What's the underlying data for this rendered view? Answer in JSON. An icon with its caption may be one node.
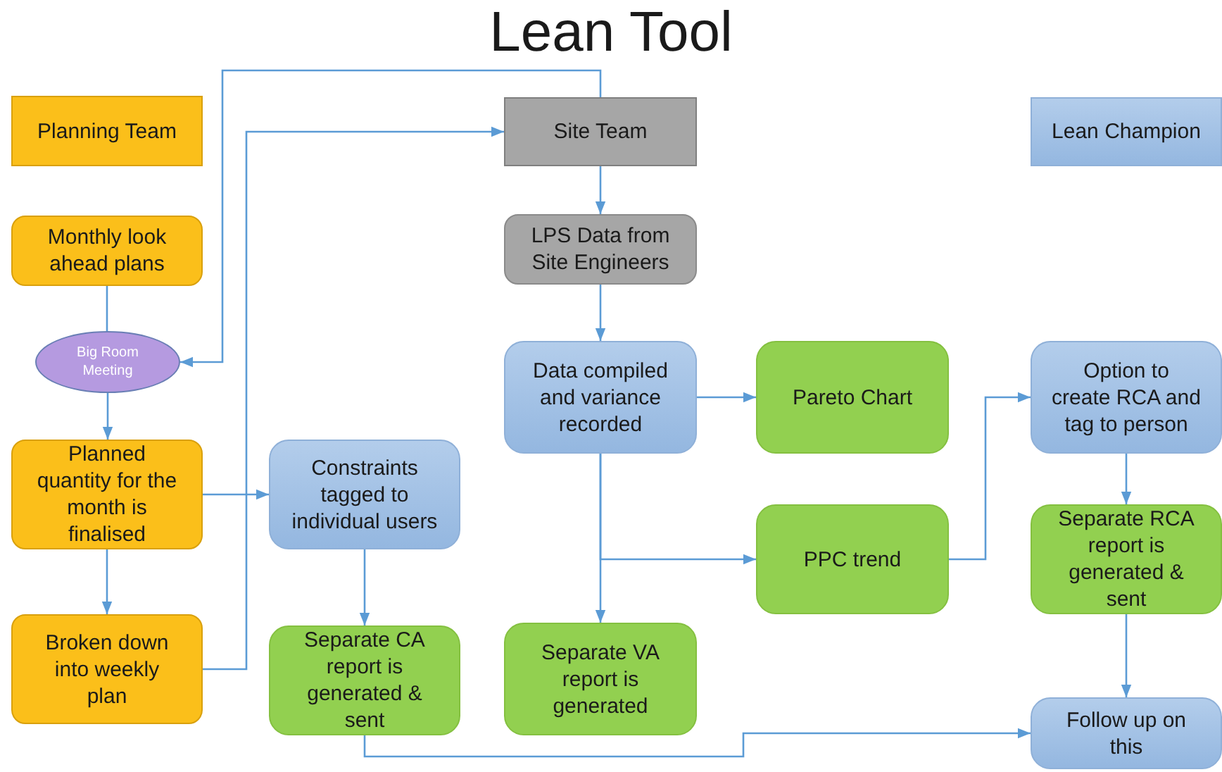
{
  "diagram": {
    "title": "Lean Tool",
    "nodes": [
      {
        "text": [
          "Planning Team"
        ]
      },
      {
        "text": [
          "Site Team"
        ]
      },
      {
        "text": [
          "Lean Champion"
        ]
      },
      {
        "text": [
          "Monthly look ahead plans"
        ]
      },
      {
        "text": [
          "Big Room Meeting"
        ]
      },
      {
        "text": [
          "LPS Data from Site Engineers"
        ]
      },
      {
        "text": [
          "Data compiled and variance recorded"
        ]
      },
      {
        "text": [
          "Pareto Chart"
        ]
      },
      {
        "text": [
          "Option to create RCA and tag to person"
        ]
      },
      {
        "text": [
          "Planned quantity for the month is finalised"
        ]
      },
      {
        "text": [
          "Constraints tagged to individual users"
        ]
      },
      {
        "text": [
          "PPC trend"
        ]
      },
      {
        "text": [
          "Separate RCA report is generated & sent"
        ]
      },
      {
        "text": [
          "Broken down into weekly plan"
        ]
      },
      {
        "text": [
          "Separate CA report is generated & sent"
        ]
      },
      {
        "text": [
          "Separate VA report is generated"
        ]
      },
      {
        "text": [
          "Follow up on this"
        ]
      }
    ],
    "edges": [
      {
        "from": 1,
        "to": 4,
        "arrow": "to"
      },
      {
        "from": 3,
        "to": 4,
        "arrow": "none"
      },
      {
        "from": 4,
        "to": 9,
        "arrow": "to"
      },
      {
        "from": 9,
        "to": 13,
        "arrow": "to"
      },
      {
        "from": 13,
        "to": 1,
        "arrow": "to"
      },
      {
        "from": 9,
        "to": 10,
        "arrow": "to"
      },
      {
        "from": 10,
        "to": 14,
        "arrow": "to"
      },
      {
        "from": 14,
        "to": 16,
        "arrow": "to"
      },
      {
        "from": 1,
        "to": 5,
        "arrow": "to"
      },
      {
        "from": 5,
        "to": 6,
        "arrow": "to"
      },
      {
        "from": 6,
        "to": 7,
        "arrow": "to"
      },
      {
        "from": 6,
        "to": 15,
        "arrow": "to"
      },
      {
        "from": 6,
        "to": 11,
        "arrow": "to"
      },
      {
        "from": 11,
        "to": 8,
        "arrow": "to"
      },
      {
        "from": 8,
        "to": 12,
        "arrow": "to"
      },
      {
        "from": 12,
        "to": 16,
        "arrow": "to"
      }
    ]
  }
}
